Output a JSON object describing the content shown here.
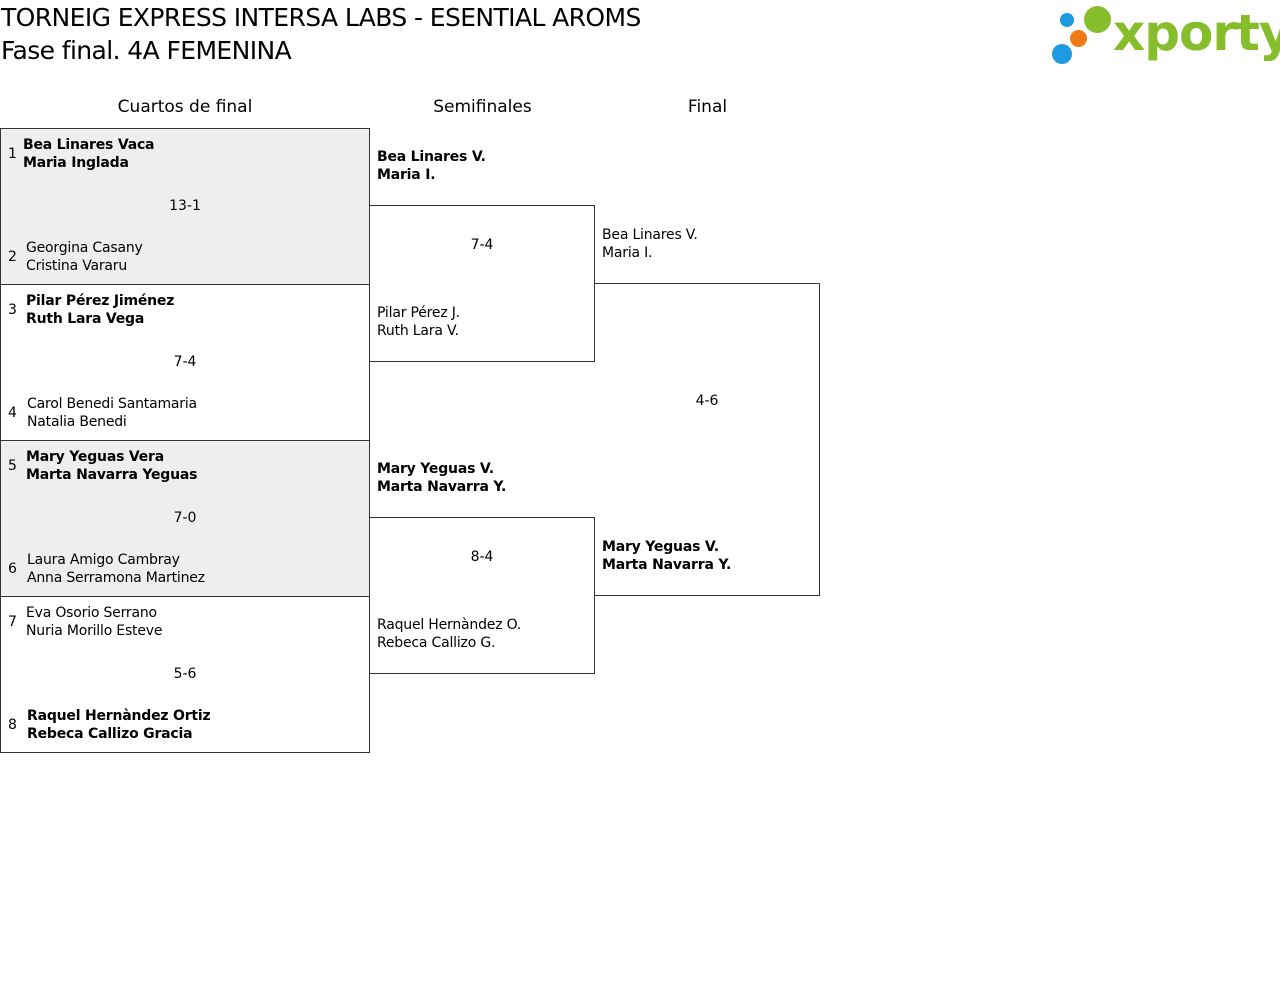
{
  "header": {
    "title": "TORNEIG EXPRESS INTERSA LABS - ESENTIAL AROMS",
    "subtitle": "Fase final. 4A FEMENINA"
  },
  "logo": {
    "text": "xporty",
    "colors": {
      "green": "#86bd2b",
      "blue": "#1e9be0",
      "orange": "#ef7a1a"
    }
  },
  "rounds": [
    "Cuartos de final",
    "Semifinales",
    "Final"
  ],
  "quarterfinals": [
    {
      "score": "13-1",
      "top": {
        "seed": "1",
        "line1": "Bea Linares Vaca",
        "line2": "Maria Inglada"
      },
      "bottom": {
        "seed": "2",
        "line1": "Georgina Casany",
        "line2": "Cristina Vararu"
      }
    },
    {
      "score": "7-4",
      "top": {
        "seed": "3",
        "line1": "Pilar Pérez Jiménez",
        "line2": "Ruth Lara Vega"
      },
      "bottom": {
        "seed": "4",
        "line1": "Carol Benedi Santamaria",
        "line2": "Natalia Benedi"
      }
    },
    {
      "score": "7-0",
      "top": {
        "seed": "5",
        "line1": "Mary Yeguas Vera",
        "line2": "Marta Navarra Yeguas"
      },
      "bottom": {
        "seed": "6",
        "line1": "Laura Amigo Cambray",
        "line2": "Anna Serramona Martinez"
      }
    },
    {
      "score": "5-6",
      "top": {
        "seed": "7",
        "line1": "Eva Osorio Serrano",
        "line2": "Nuria Morillo Esteve"
      },
      "bottom": {
        "seed": "8",
        "line1": "Raquel Hernàndez Ortiz",
        "line2": "Rebeca Callizo Gracia"
      }
    }
  ],
  "semifinals": [
    {
      "score": "7-4",
      "top": {
        "line1": "Bea Linares V.",
        "line2": "Maria I."
      },
      "bottom": {
        "line1": "Pilar Pérez J.",
        "line2": "Ruth Lara V."
      }
    },
    {
      "score": "8-4",
      "top": {
        "line1": "Mary Yeguas V.",
        "line2": "Marta Navarra Y."
      },
      "bottom": {
        "line1": "Raquel Hernàndez O.",
        "line2": "Rebeca Callizo G."
      }
    }
  ],
  "final": {
    "score": "4-6",
    "top": {
      "line1": "Bea Linares V.",
      "line2": "Maria I."
    },
    "bottom": {
      "line1": "Mary Yeguas V.",
      "line2": "Marta Navarra Y."
    }
  }
}
